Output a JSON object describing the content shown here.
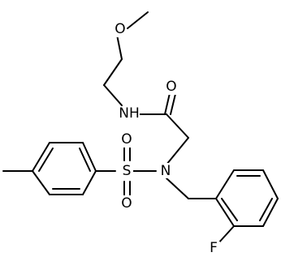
{
  "molecule": {
    "atoms": {
      "methoxy_o": "O",
      "amide_n": "NH",
      "carbonyl_o": "O",
      "sulfonyl_s": "S",
      "sulfonyl_o_top": "O",
      "sulfonyl_o_bottom": "O",
      "amine_n": "N",
      "fluorine": "F"
    }
  }
}
